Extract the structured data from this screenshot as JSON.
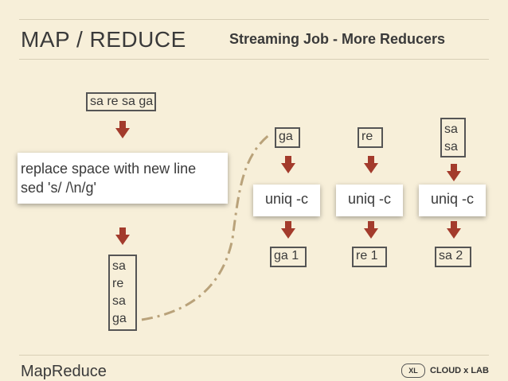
{
  "header": {
    "title": "MAP / REDUCE",
    "subtitle": "Streaming Job - More Reducers"
  },
  "input_box": {
    "text": "sa re sa ga"
  },
  "mapper": {
    "line1": "replace space with new line",
    "line2": "sed 's/ /\\n/g'"
  },
  "mapper_output": [
    "sa",
    "re",
    "sa",
    "ga"
  ],
  "reducers": [
    {
      "input": [
        "ga"
      ],
      "command": "uniq -c",
      "output": "ga 1"
    },
    {
      "input": [
        "re"
      ],
      "command": "uniq -c",
      "output": "re 1"
    },
    {
      "input": [
        "sa",
        "sa"
      ],
      "command": "uniq -c",
      "output": "sa 2"
    }
  ],
  "footer": {
    "label": "MapReduce"
  },
  "logo": {
    "text": "CLOUD x LAB",
    "badge": "XL"
  },
  "colors": {
    "background": "#f7efd9",
    "arrow": "#a33b2c",
    "dash": "#b9a27a"
  }
}
